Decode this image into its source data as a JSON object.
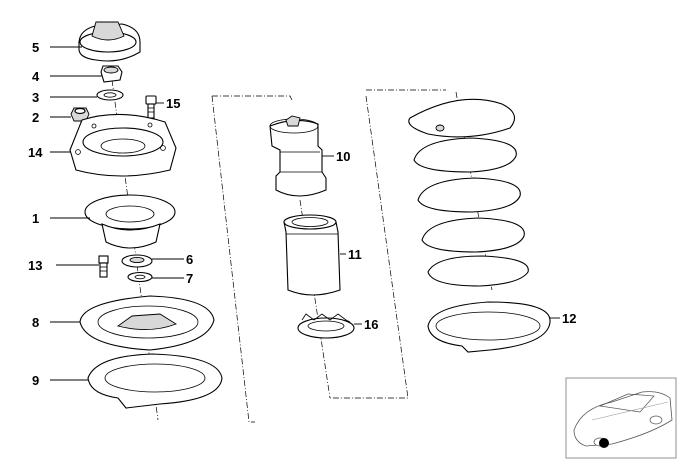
{
  "callouts": [
    {
      "id": "5",
      "text": "5"
    },
    {
      "id": "4",
      "text": "4"
    },
    {
      "id": "3",
      "text": "3"
    },
    {
      "id": "15",
      "text": "15"
    },
    {
      "id": "2",
      "text": "2"
    },
    {
      "id": "14",
      "text": "14"
    },
    {
      "id": "1",
      "text": "1"
    },
    {
      "id": "13",
      "text": "13"
    },
    {
      "id": "6",
      "text": "6"
    },
    {
      "id": "7",
      "text": "7"
    },
    {
      "id": "8",
      "text": "8"
    },
    {
      "id": "9",
      "text": "9"
    },
    {
      "id": "10",
      "text": "10"
    },
    {
      "id": "11",
      "text": "11"
    },
    {
      "id": "16",
      "text": "16"
    },
    {
      "id": "12",
      "text": "12"
    }
  ],
  "icons": {
    "locator": "car-locator-icon"
  }
}
